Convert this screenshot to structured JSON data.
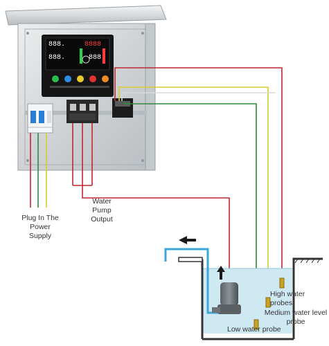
{
  "labels": {
    "plug_in_power_supply": "Plug In The\nPower\nSupply",
    "water_pump_output": "Water\nPump\nOutput",
    "high_water_probes": "High water probes",
    "medium_water_level_probe": "Medium water level\nprobe",
    "low_water_probe": "Low water probe"
  },
  "display": {
    "top_left_digits": "888.",
    "top_right_digits": "8888",
    "mid_left_digits": "888.",
    "mid_right_digits": "888."
  },
  "colors": {
    "red_wire": "#c0282d",
    "green_wire": "#2e8b3a",
    "yellow_wire": "#d9cf2a",
    "white_wire": "#d8d8d8",
    "water": "#cfe9f3",
    "pipe": "#3aa7d8",
    "cabinet": "#d7dadd",
    "panel": "#111111"
  },
  "icons": {
    "flow_arrow": "arrow-left-icon",
    "pump_up": "arrow-up-icon"
  }
}
